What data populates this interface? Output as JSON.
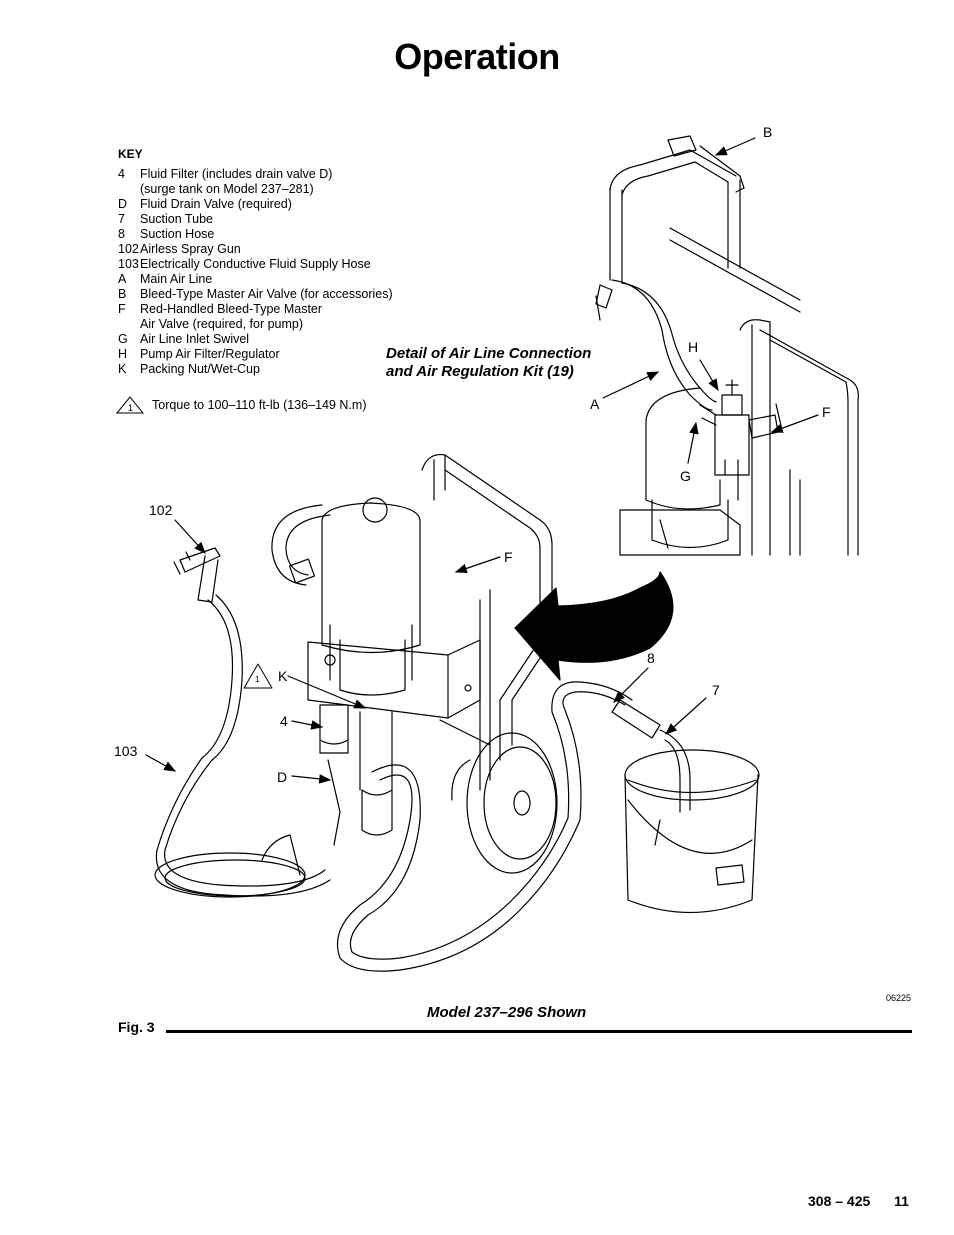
{
  "page": {
    "title": "Operation",
    "doc_number": "308 – 425",
    "page_number": "11"
  },
  "key": {
    "heading": "KEY",
    "items": [
      {
        "code": "4",
        "text": "Fluid Filter (includes drain valve D)"
      },
      {
        "code": "",
        "text": "(surge tank on Model 237–281)"
      },
      {
        "code": "D",
        "text": "Fluid Drain Valve (required)"
      },
      {
        "code": "7",
        "text": "Suction Tube"
      },
      {
        "code": "8",
        "text": "Suction Hose"
      },
      {
        "code": "102",
        "text": "Airless Spray Gun"
      },
      {
        "code": "103",
        "text": "Electrically Conductive Fluid Supply Hose"
      },
      {
        "code": "A",
        "text": "Main Air Line"
      },
      {
        "code": "B",
        "text": "Bleed-Type Master Air Valve (for accessories)"
      },
      {
        "code": "F",
        "text": "Red-Handled Bleed-Type Master"
      },
      {
        "code": "",
        "text": "Air Valve (required, for pump)"
      },
      {
        "code": "G",
        "text": "Air Line Inlet Swivel"
      },
      {
        "code": "H",
        "text": "Pump Air Filter/Regulator"
      },
      {
        "code": "K",
        "text": "Packing Nut/Wet-Cup"
      }
    ],
    "torque_symbol": "1",
    "torque_note": "Torque to 100–110 ft-lb (136–149 N.m)"
  },
  "detail": {
    "caption_line1": "Detail of Air Line Connection",
    "caption_line2": "and Air Regulation Kit (19)",
    "callouts": {
      "B": "B",
      "H": "H",
      "A": "A",
      "F": "F",
      "G": "G"
    }
  },
  "main": {
    "callouts": {
      "c102": "102",
      "F": "F",
      "K": "K",
      "c4": "4",
      "D": "D",
      "c103": "103",
      "c8": "8",
      "c7": "7",
      "tri": "1"
    },
    "model_caption": "Model 237–296 Shown",
    "drawing_id": "06225"
  },
  "figure": {
    "label": "Fig. 3"
  }
}
